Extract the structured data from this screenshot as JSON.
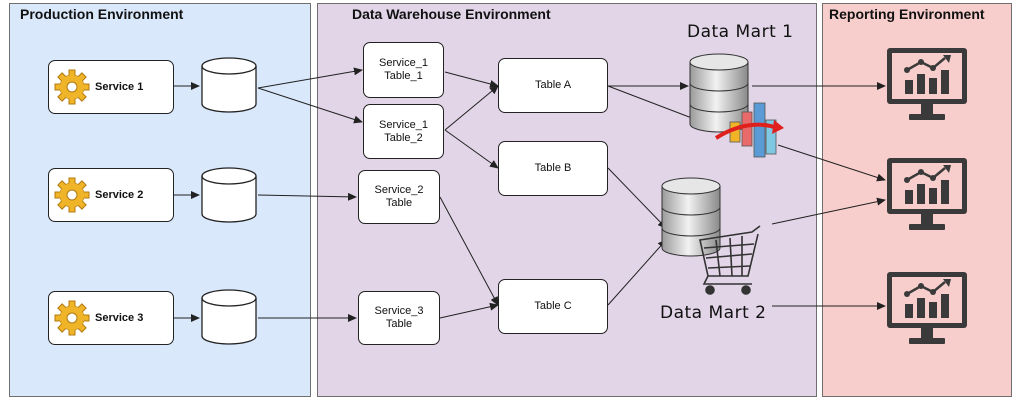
{
  "zones": {
    "production": "Production Environment",
    "warehouse": "Data Warehouse Environment",
    "reporting": "Reporting Environment"
  },
  "services": [
    "Service 1",
    "Service 2",
    "Service 3"
  ],
  "staging_tables": [
    "Service_1\nTable_1",
    "Service_1\nTable_2",
    "Service_2\nTable",
    "Service_3\nTable"
  ],
  "core_tables": [
    "Table A",
    "Table B",
    "Table C"
  ],
  "data_marts": [
    "Data Mart 1",
    "Data Mart 2"
  ],
  "colors": {
    "production_bg": "#dae8fc",
    "warehouse_bg": "#e1d5e7",
    "reporting_bg": "#f8cecc",
    "gear": "#f0b429",
    "monitor": "#3a3a3a"
  },
  "icons": [
    "gear-icon",
    "database-icon",
    "chart-icon",
    "shopping-cart-icon",
    "dashboard-monitor-icon"
  ]
}
